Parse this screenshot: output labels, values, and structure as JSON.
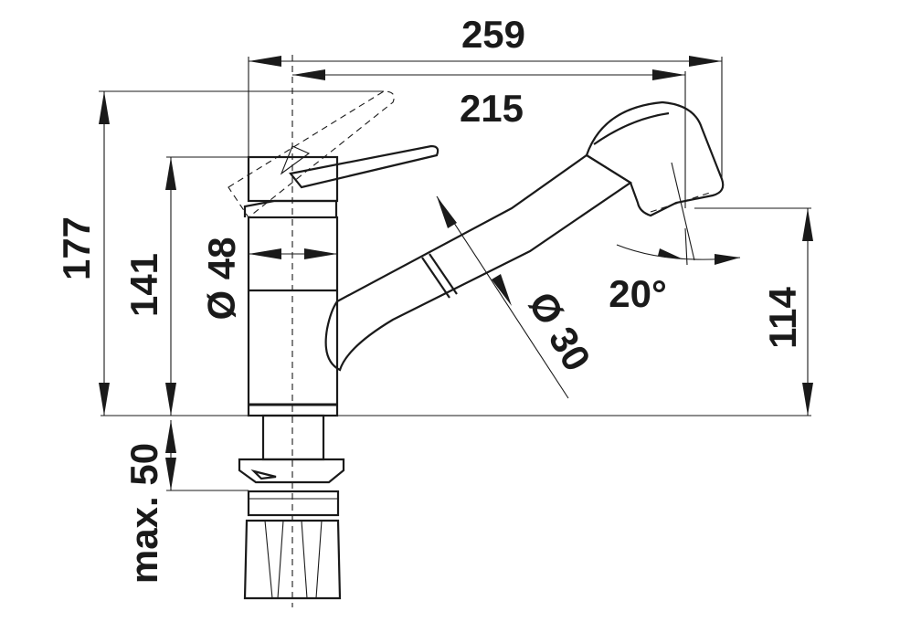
{
  "dimensions": {
    "overall_width": "259",
    "spout_reach": "215",
    "total_height": "177",
    "body_height": "141",
    "body_diameter": "Ø 48",
    "spray_head_diameter": "Ø 30",
    "spout_height": "114",
    "swivel_angle": "20°",
    "max_deck_thickness": "max. 50"
  },
  "colors": {
    "line": "#1a1a1a",
    "background": "#ffffff"
  }
}
